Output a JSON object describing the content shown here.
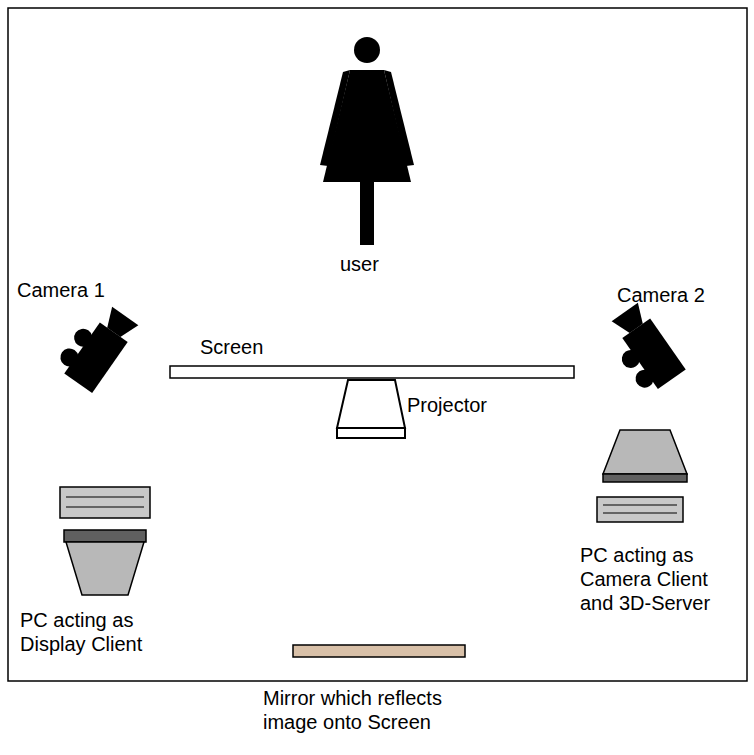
{
  "diagram": {
    "caption": "Mirror which reflects image onto Screen",
    "labels": [
      "user",
      "Camera 1",
      "Screen",
      "Projector",
      "Camera 2",
      "PC acting as Display Client",
      "PC acting as Camera Client and 3D-Server"
    ]
  }
}
